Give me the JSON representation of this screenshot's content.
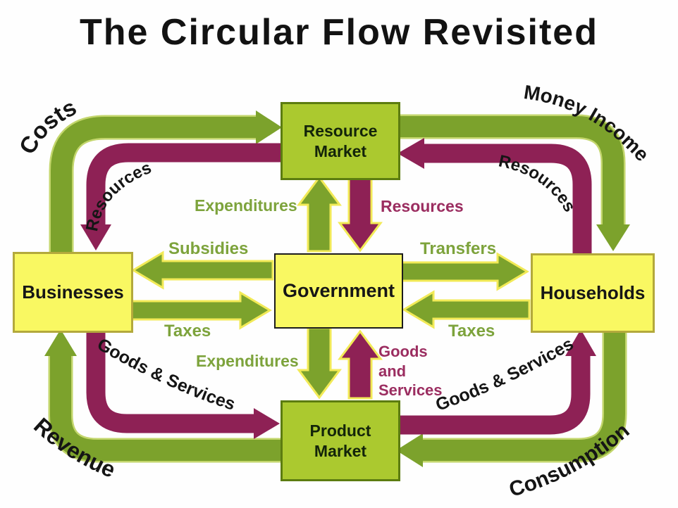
{
  "title": "The Circular Flow Revisited",
  "palette": {
    "green": "#7ca22c",
    "greenRim": "#c3d66c",
    "maroon": "#8e2155",
    "boxGreen": "#abc92f",
    "boxGreenBorder": "#5c7c10",
    "boxYellow": "#f9f862",
    "boxYellowBorder": "#b3a93c",
    "yellowOutline": "#f2ea57",
    "labelGreen": "#7da33c",
    "labelMaroon": "#9b2d60"
  },
  "nodes": {
    "resource_market": "Resource Market",
    "product_market": "Product Market",
    "businesses": "Businesses",
    "government": "Government",
    "households": "Households"
  },
  "flows": {
    "costs": "Costs",
    "money_income": "Money Income",
    "resources_top_left": "Resources",
    "resources_top_right": "Resources",
    "expenditures_to_resource_market": "Expenditures",
    "resources_to_government": "Resources",
    "subsidies": "Subsidies",
    "transfers": "Transfers",
    "taxes_from_businesses": "Taxes",
    "taxes_from_households": "Taxes",
    "expenditures_to_product_market": "Expenditures",
    "goods_and_services_to_government": "Goods and Services",
    "goods_services_bottom_left": "Goods & Services",
    "goods_services_bottom_right": "Goods & Services",
    "revenue": "Revenue",
    "consumption": "Consumption"
  }
}
